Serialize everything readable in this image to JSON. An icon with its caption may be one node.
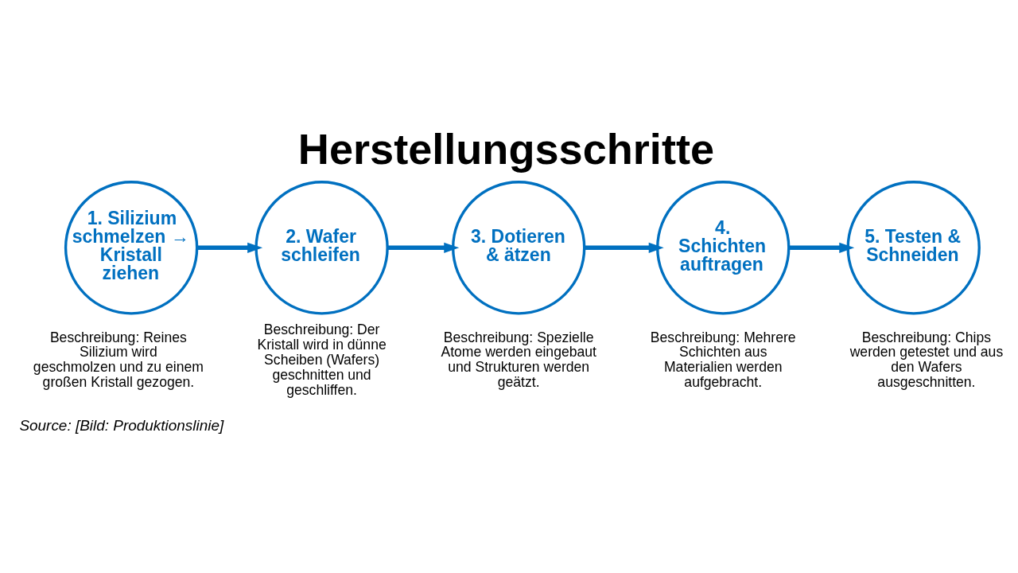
{
  "diagram": {
    "title": "Herstellungsschritte",
    "caption": "Source: [Bild: Produktionslinie]",
    "nodes": [
      {
        "text": [
          "1. Silizium schmelzen → Kristall ziehen"
        ],
        "beside": [
          "Beschreibung: Reines Silizium wird geschmolzen und zu einem großen Kristall gezogen."
        ]
      },
      {
        "text": [
          "2. Wafer schleifen"
        ],
        "beside": [
          "Beschreibung: Der Kristall wird in dünne Scheiben (Wafers) geschnitten und geschliffen."
        ]
      },
      {
        "text": [
          "3. Dotieren & ätzen"
        ],
        "beside": [
          "Beschreibung: Spezielle Atome werden eingebaut und Strukturen werden geätzt."
        ]
      },
      {
        "text": [
          "4. Schichten auftragen"
        ],
        "beside": [
          "Beschreibung: Mehrere Schichten aus Materialien werden aufgebracht."
        ]
      },
      {
        "text": [
          "5. Testen & Schneiden"
        ],
        "beside": [
          "Beschreibung: Chips werden getestet und aus den Wafers ausgeschnitten."
        ]
      }
    ],
    "edges": [
      {
        "from": 0,
        "to": 1,
        "arrow": "to"
      },
      {
        "from": 1,
        "to": 2,
        "arrow": "to"
      },
      {
        "from": 2,
        "to": 3,
        "arrow": "to"
      },
      {
        "from": 3,
        "to": 4,
        "arrow": "to"
      }
    ]
  }
}
